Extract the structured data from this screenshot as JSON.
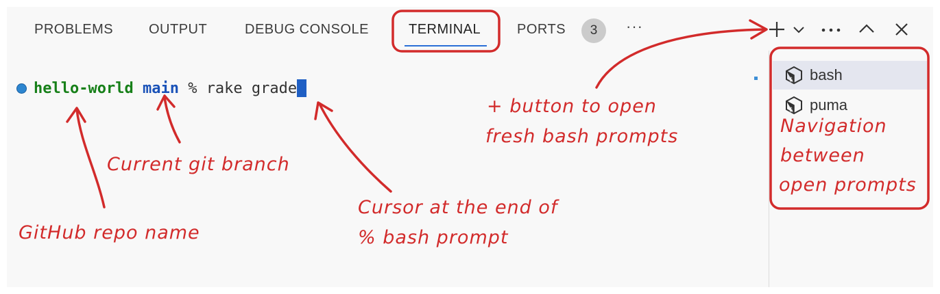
{
  "tabs": [
    {
      "label": "PROBLEMS"
    },
    {
      "label": "OUTPUT"
    },
    {
      "label": "DEBUG CONSOLE"
    },
    {
      "label": "TERMINAL",
      "active": true
    },
    {
      "label": "PORTS"
    }
  ],
  "ports_badge": "3",
  "more_label": "···",
  "terminal": {
    "repo": "hello-world",
    "branch": "main",
    "prompt_symbol": "%",
    "command": "rake grade"
  },
  "terminals_list": [
    {
      "label": "bash",
      "selected": true
    },
    {
      "label": "puma",
      "selected": false
    }
  ],
  "annotations": {
    "repo_name": "GitHub repo name",
    "git_branch": "Current git branch",
    "cursor_line1": "Cursor at the end of",
    "cursor_line2": "% bash prompt",
    "plus_line1": "+ button to open",
    "plus_line2": "fresh bash prompts",
    "nav_line1": "Navigation",
    "nav_line2": "between",
    "nav_line3": "open prompts"
  },
  "colors": {
    "annotation": "#d22b2b",
    "repo": "#178019",
    "branch": "#1a52b8",
    "cursor": "#1f5fc4"
  },
  "icons": [
    "plus-icon",
    "chevron-down-icon",
    "ellipsis-icon",
    "chevron-up-icon",
    "close-icon",
    "terminal-icon"
  ]
}
